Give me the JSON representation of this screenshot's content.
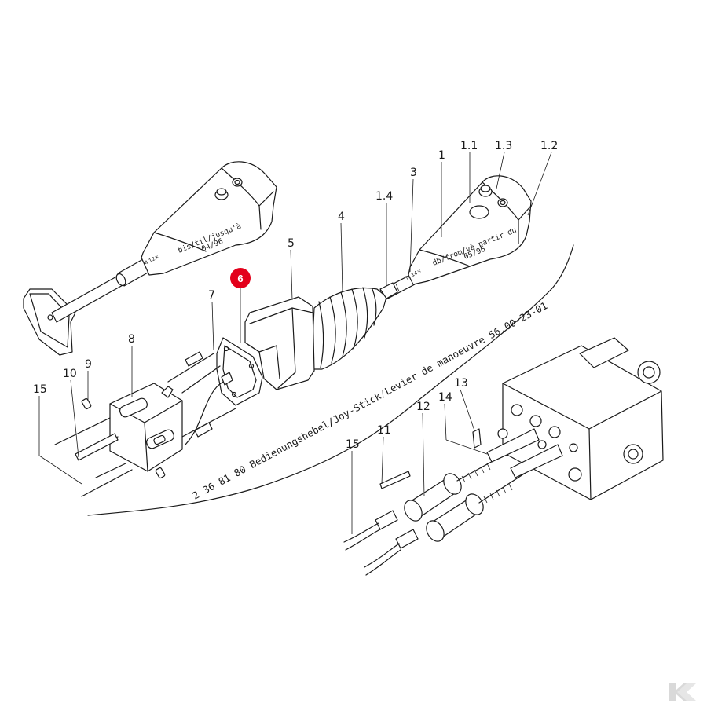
{
  "callouts": {
    "c1": "1",
    "c1_1": "1.1",
    "c1_2": "1.2",
    "c1_3": "1.3",
    "c1_4": "1.4",
    "c3": "3",
    "c4": "4",
    "c5": "5",
    "c6": "6",
    "c7": "7",
    "c8": "8",
    "c9": "9",
    "c10": "10",
    "c11": "11",
    "c12": "12",
    "c13": "13",
    "c14": "14",
    "c15a": "15",
    "c15b": "15"
  },
  "handles": {
    "old_label_1": "bis/til/jusqu'à",
    "old_label_2": "04/96",
    "old_thread": "M 12×",
    "new_label_1": "db/from/và partir du",
    "new_label_2": "05/96",
    "new_thread": "M 14×"
  },
  "drawing": {
    "caption": "2 36 81 80 Bedienungshebel/Joy-Stick/Levier de manoeuvre   56.00-23-01"
  },
  "highlight": {
    "label": "6",
    "color": "#e3001b"
  },
  "watermark": {
    "icon": "kramp-logo-icon",
    "color": "#d9d9d9"
  }
}
